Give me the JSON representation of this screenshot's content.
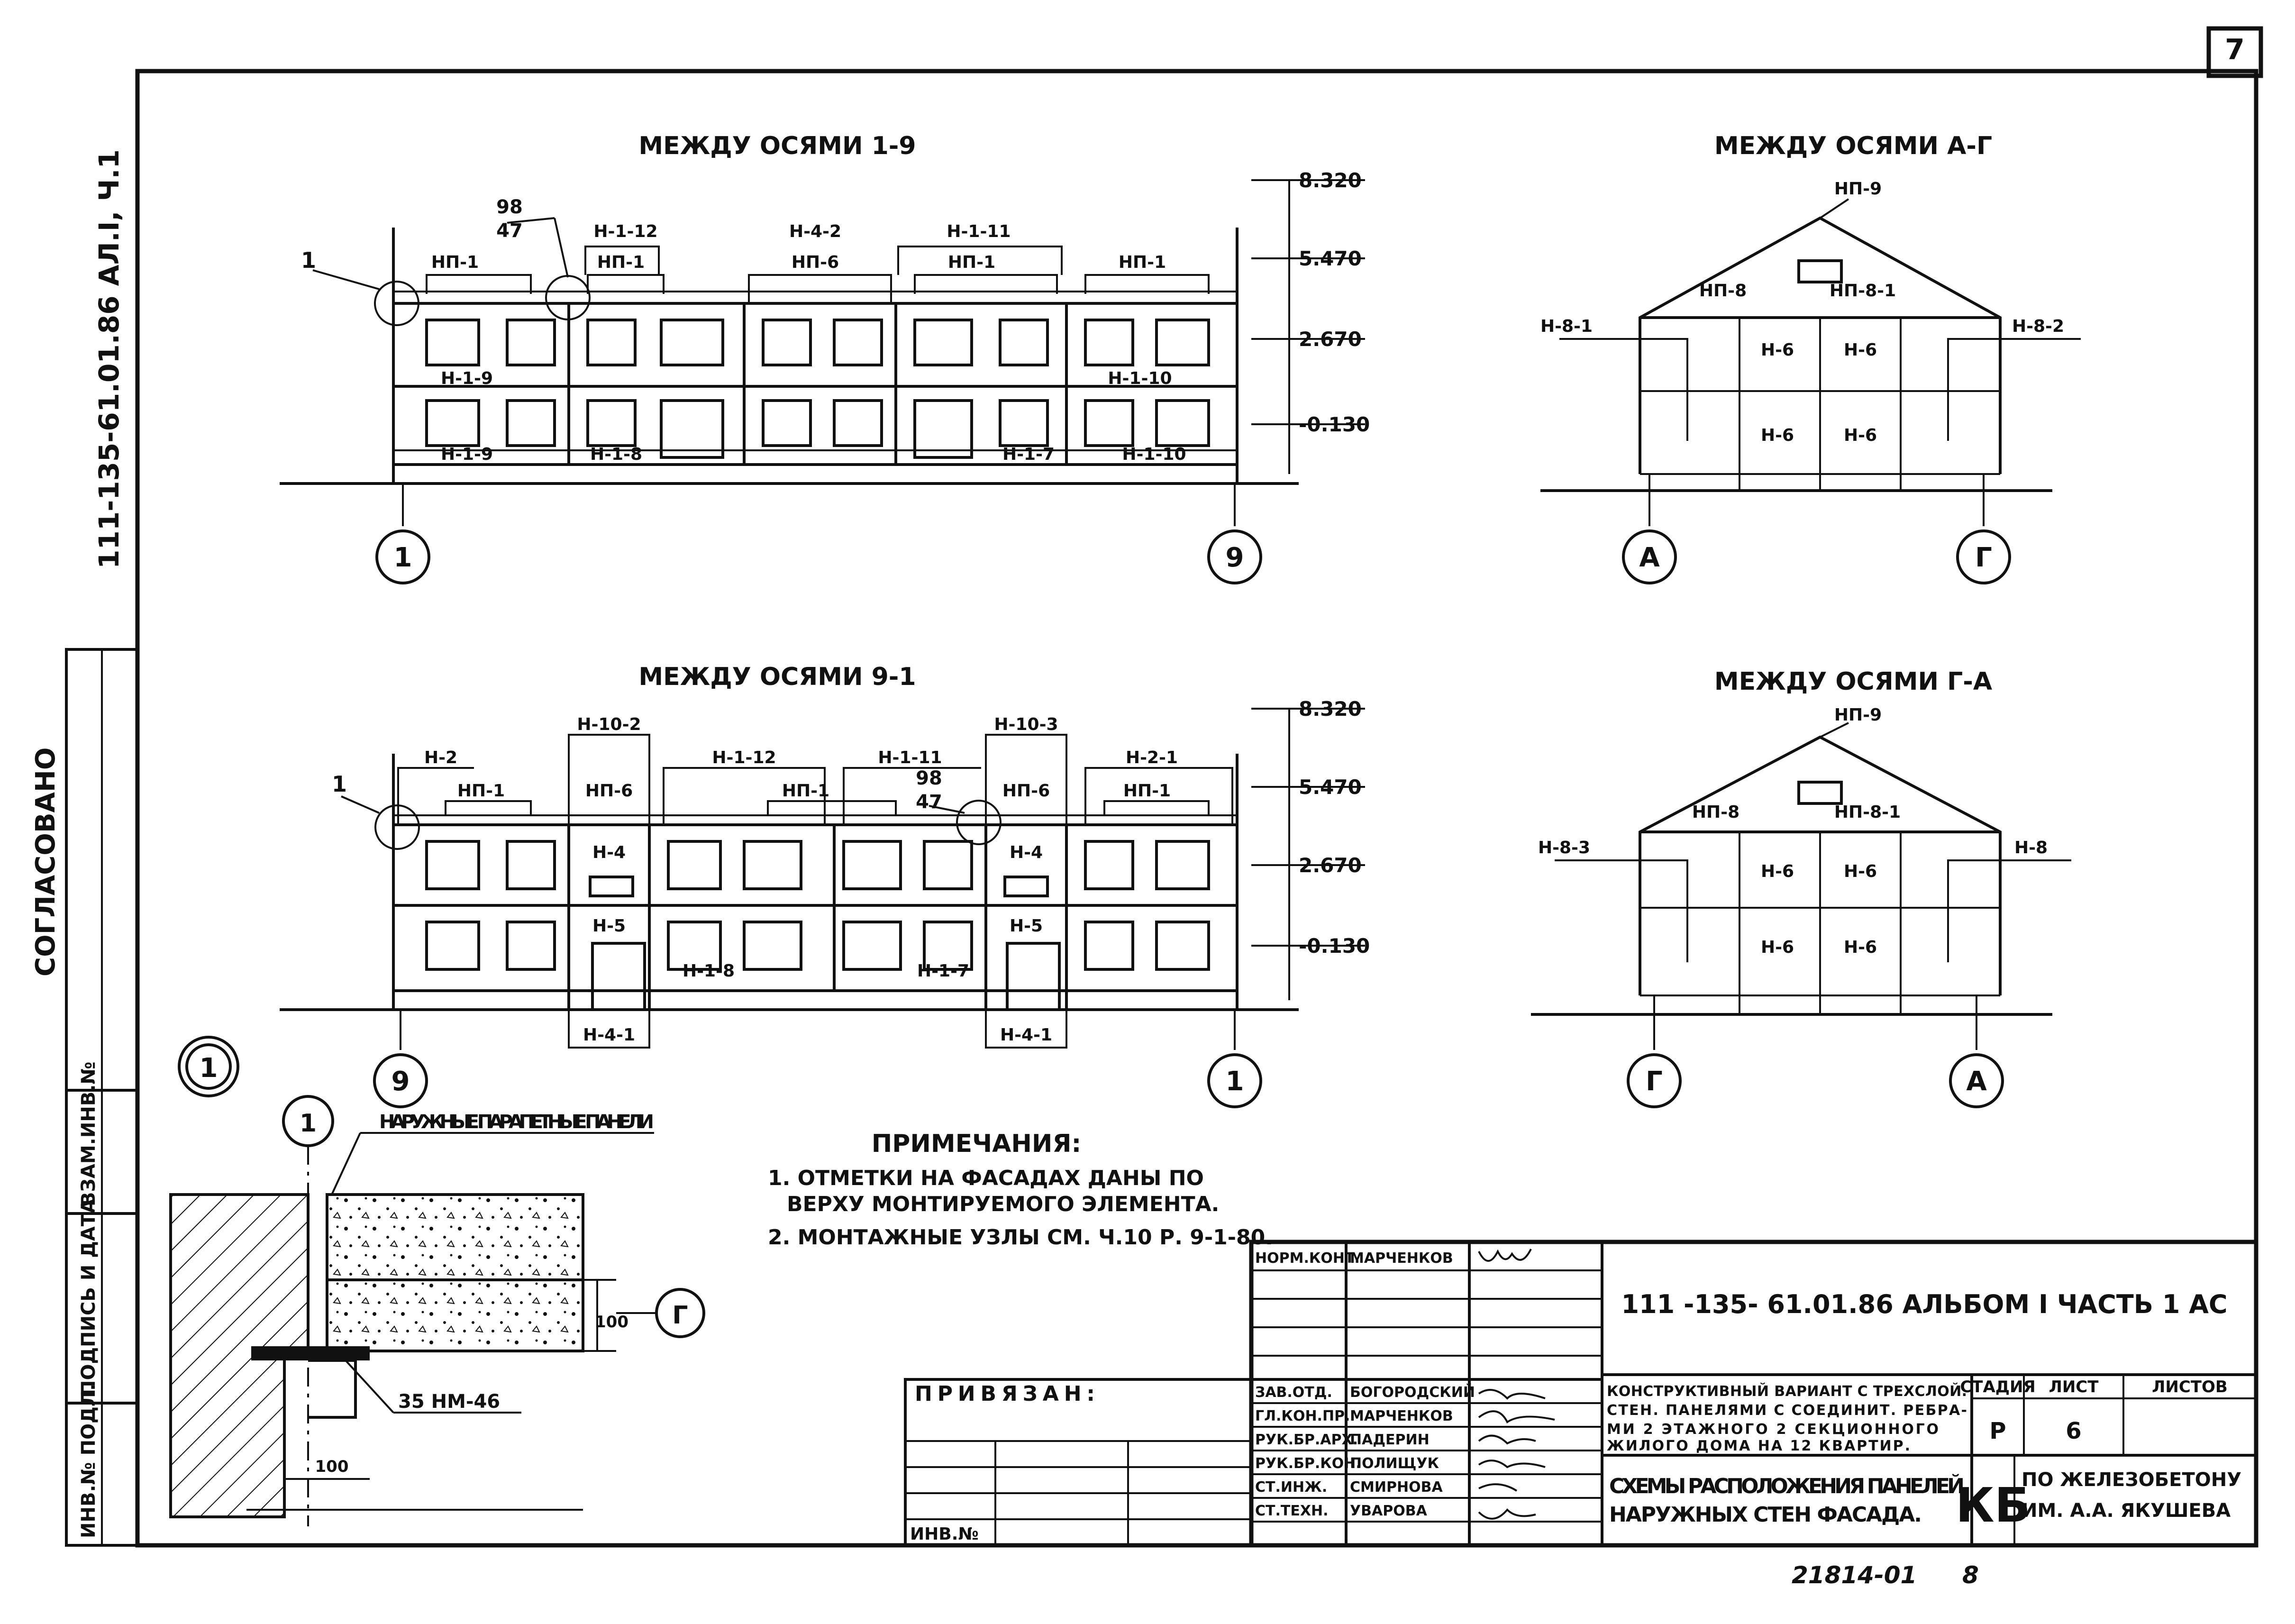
{
  "sheet": {
    "sheet_number": "7",
    "album_code": "111-135-61.01.86 АЛ.I, Ч.1",
    "agreed": "СОГЛАСОВАНО"
  },
  "side_stamp": {
    "rows": [
      "ВЗАМ.ИНВ.№",
      "ПОДПИСЬ И ДАТА",
      "ИНВ.№ ПОДЛ."
    ]
  },
  "facades": {
    "f19": {
      "title": "МЕЖДУ ОСЯМИ 1-9",
      "axis_left": "1",
      "axis_right": "9",
      "elevations": [
        "8.320",
        "5.470",
        "2.670",
        "-0.130"
      ],
      "joint": {
        "top": "98",
        "bottom": "47"
      },
      "node_ref": "1",
      "labels": [
        "Н-1-12",
        "Н-4-2",
        "Н-1-11",
        "НП-1",
        "НП-1",
        "НП-6",
        "НП-1",
        "НП-1",
        "Н-1-9",
        "Н-1-10",
        "Н-1-9",
        "Н-1-8",
        "Н-1-7",
        "Н-1-10"
      ]
    },
    "f91": {
      "title": "МЕЖДУ ОСЯМИ 9-1",
      "axis_left": "9",
      "axis_right": "1",
      "elevations": [
        "8.320",
        "5.470",
        "2.670",
        "-0.130"
      ],
      "joint": {
        "top": "98",
        "bottom": "47"
      },
      "node_ref": "1",
      "labels": [
        "Н-2",
        "Н-10-2",
        "Н-1-12",
        "Н-1-11",
        "Н-10-3",
        "Н-2-1",
        "НП-1",
        "НП-6",
        "НП-1",
        "НП-6",
        "НП-1",
        "Н-4",
        "Н-5",
        "Н-4",
        "Н-5",
        "Н-1-8",
        "Н-1-7",
        "Н-4-1",
        "Н-4-1"
      ]
    },
    "fAG": {
      "title": "МЕЖДУ ОСЯМИ А-Г",
      "axis_left": "А",
      "axis_right": "Г",
      "labels": [
        "НП-9",
        "НП-8",
        "НП-8-1",
        "Н-8-1",
        "Н-8-2",
        "Н-6",
        "Н-6",
        "Н-6",
        "Н-6"
      ]
    },
    "fGA": {
      "title": "МЕЖДУ ОСЯМИ Г-А",
      "axis_left": "Г",
      "axis_right": "А",
      "labels": [
        "НП-9",
        "НП-8",
        "НП-8-1",
        "Н-8-3",
        "Н-8",
        "Н-6",
        "Н-6",
        "Н-6",
        "Н-6"
      ]
    }
  },
  "detail": {
    "number": "1",
    "axis_top": "1",
    "axis_side": "Г",
    "title": "НАРУЖНЫЕ ПАРАПЕТНЫЕ ПАНЕЛИ",
    "connector": "35 НМ-46",
    "dim1": "100",
    "dim2": "100"
  },
  "notes": {
    "title": "ПРИМЕЧАНИЯ:",
    "items": [
      "1. ОТМЕТКИ НА ФАСАДАХ ДАНЫ ПО",
      "ВЕРХУ МОНТИРУЕМОГО ЭЛЕМЕНТА.",
      "2. МОНТАЖНЫЕ УЗЛЫ СМ. Ч.10 Р. 9-1-80."
    ]
  },
  "title_block": {
    "linked": "ПРИВЯЗАН:",
    "inv_no": "ИНВ.№",
    "roles": [
      {
        "role": "НОРМ.КОНТ.",
        "name": "МАРЧЕНКОВ"
      },
      {
        "role": "ЗАВ.ОТД.",
        "name": "БОГОРОДСКИЙ"
      },
      {
        "role": "ГЛ.КОН.ПР.",
        "name": "МАРЧЕНКОВ"
      },
      {
        "role": "РУК.БР.АРХ.",
        "name": "ПАДЕРИН"
      },
      {
        "role": "РУК.БР.КОН.",
        "name": "ПОЛИЩУК"
      },
      {
        "role": "СТ.ИНЖ.",
        "name": "СМИРНОВА"
      },
      {
        "role": "СТ.ТЕХН.",
        "name": "УВАРОВА"
      }
    ],
    "doc_code": "111 -135- 61.01.86 АЛЬБОМ I ЧАСТЬ 1 АС",
    "description": [
      "КОНСТРУКТИВНЫЙ ВАРИАНТ С ТРЕХСЛОЙ.",
      "СТЕН. ПАНЕЛЯМИ С СОЕДИНИТ. РЕБРА-",
      "МИ 2 ЭТАЖНОГО 2 СЕКЦИОННОГО",
      "ЖИЛОГО ДОМА НА 12 КВАРТИР."
    ],
    "drawing_title": [
      "СХЕМЫ РАСПОЛОЖЕНИЯ ПАНЕЛЕЙ",
      "НАРУЖНЫХ СТЕН ФАСАДА."
    ],
    "stage_header": "СТАДИЯ",
    "sheet_header": "ЛИСТ",
    "sheets_header": "ЛИСТОВ",
    "stage": "Р",
    "sheet": "6",
    "org_logo": "КБ",
    "org_name": [
      "ПО ЖЕЛЕЗОБЕТОНУ",
      "ИМ. А.А. ЯКУШЕВА"
    ]
  },
  "footer": {
    "archive_no": "21814-01",
    "page": "8"
  }
}
